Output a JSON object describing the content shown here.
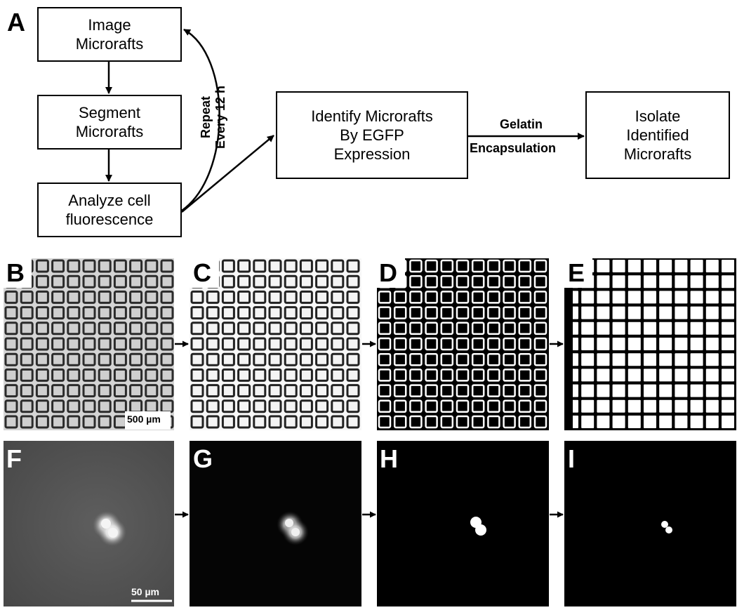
{
  "panel_labels": {
    "a": "A",
    "b": "B",
    "c": "C",
    "d": "D",
    "e": "E",
    "f": "F",
    "g": "G",
    "h": "H",
    "i": "I"
  },
  "flow": {
    "image": [
      "Image",
      "Microrafts"
    ],
    "segment": [
      "Segment",
      "Microrafts"
    ],
    "analyze": [
      "Analyze cell",
      "fluorescence"
    ],
    "identify": [
      "Identify Microrafts",
      "By EGFP",
      "Expression"
    ],
    "isolate": [
      "Isolate",
      "Identified",
      "Microrafts"
    ],
    "repeat_label": [
      "Repeat",
      "Every 12 h"
    ],
    "gelatin_label": [
      "Gelatin",
      "Encapsulation"
    ]
  },
  "scale_bars": {
    "array": "500 µm",
    "cell": "50 µm"
  },
  "colors": {
    "black": "#000000",
    "white": "#ffffff",
    "brightfield_bg": "#d6d6d6",
    "fluor_bg": "#565656"
  }
}
